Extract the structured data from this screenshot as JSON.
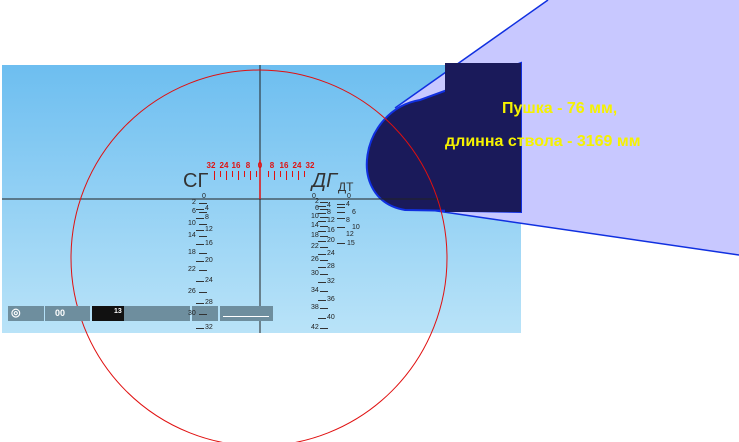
{
  "gun_callout": {
    "line1": "Пушка - 76 мм,",
    "line2": "длинна ствола - 3169 мм"
  },
  "colors": {
    "reticle": "#e01010",
    "callout_fill": "#c8c8ff",
    "barrel": "#1a1a5a",
    "callout_text": "#f5f200"
  },
  "sight": {
    "left_bracket": "СГ",
    "right_bracket": "ДГ",
    "rangefinder_label": "ДТ",
    "deflection_labels": [
      "32",
      "24",
      "16",
      "8",
      "0",
      "8",
      "16",
      "24",
      "32"
    ],
    "left_scale": [
      "0",
      "2",
      "4",
      "6",
      "8",
      "10",
      "12",
      "14",
      "16",
      "18",
      "20",
      "22",
      "24",
      "26",
      "28",
      "30",
      "32"
    ],
    "mid_scale": [
      "0",
      "2",
      "4",
      "6",
      "8",
      "10",
      "12",
      "14",
      "16",
      "18",
      "20",
      "22",
      "24",
      "26",
      "28",
      "30",
      "32",
      "34",
      "36",
      "38",
      "40",
      "42"
    ],
    "right_scale": [
      "0",
      "4",
      "6",
      "8",
      "10",
      "12",
      "15"
    ]
  },
  "hud": {
    "speed": "00",
    "ammo": "13"
  }
}
